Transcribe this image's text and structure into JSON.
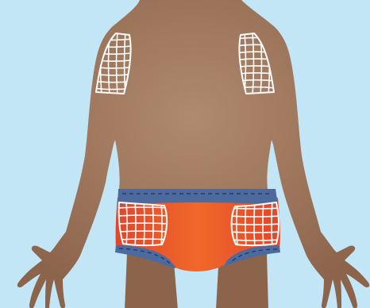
{
  "illustration": {
    "subject": "back-of-body",
    "colors": {
      "background": "#c3e6f7",
      "skin_light": "#b08a6f",
      "skin_dark": "#8c644b",
      "skin_edge": "#7a5540",
      "brief_orange": "#f0682a",
      "brief_red": "#e2452b",
      "waistband": "#4d6a9e",
      "stitch": "#20325a",
      "grid": "#ffffff"
    },
    "injection_sites": [
      {
        "id": "upper-arm-left",
        "side": "left"
      },
      {
        "id": "upper-arm-right",
        "side": "right"
      },
      {
        "id": "buttock-left",
        "side": "left"
      },
      {
        "id": "buttock-right",
        "side": "right"
      }
    ]
  }
}
